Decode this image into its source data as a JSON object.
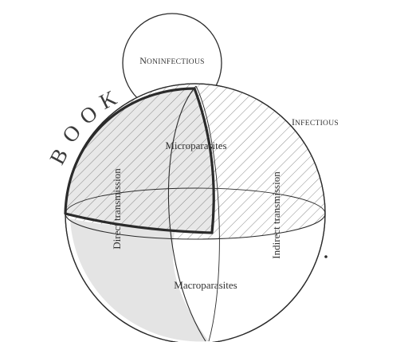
{
  "labels": {
    "noninfectious_initial": "N",
    "noninfectious_rest": "ONINFECTIOUS",
    "infectious_initial": "I",
    "infectious_rest": "NFECTIOUS",
    "book": "BOOK",
    "micro": "Microparasites",
    "macro": "Macroparasites",
    "direct": "Direct transmission",
    "indirect": "Indirect transmission"
  },
  "colors": {
    "outline": "#2b2b2b",
    "hatch": "#8c8c8c",
    "book_fill": "#e4e4e4"
  }
}
